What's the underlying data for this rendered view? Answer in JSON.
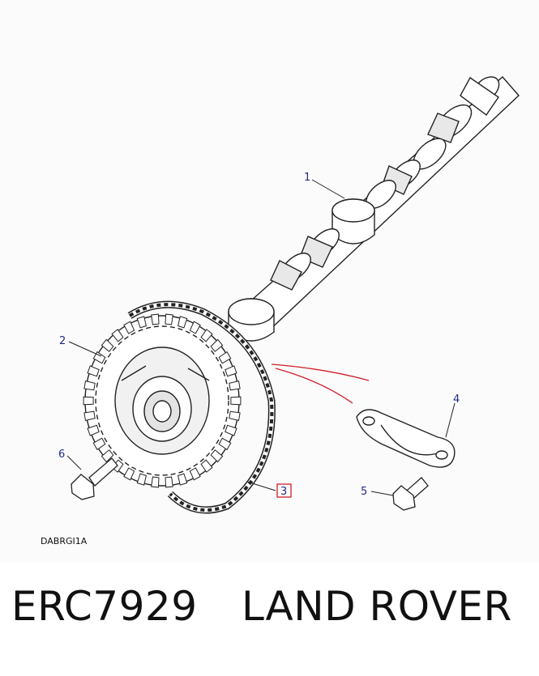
{
  "diagram": {
    "callouts": [
      "1",
      "2",
      "3",
      "4",
      "5",
      "6"
    ],
    "highlighted_callout": "3",
    "reference_code": "DABRGI1A"
  },
  "caption": {
    "part_number": "ERC7929",
    "brand": "LAND ROVER"
  },
  "colors": {
    "callout_text": "#1f2a8a",
    "highlight_box": "#d21f2a",
    "pointer_curve": "#d21f2a",
    "line_art": "#222222"
  }
}
